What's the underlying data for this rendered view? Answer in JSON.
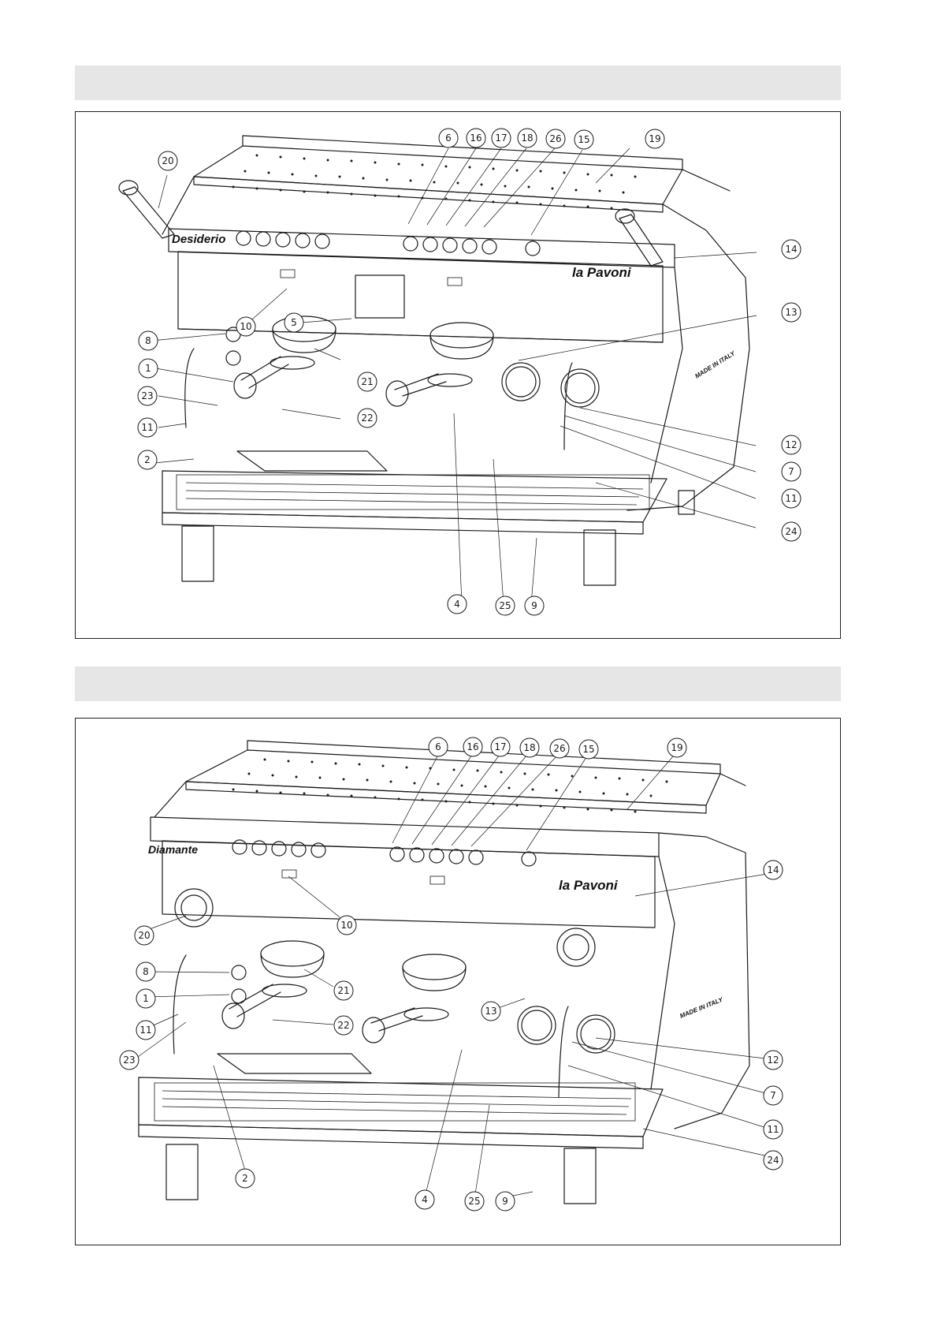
{
  "theme": {
    "line_color": "#1a1a1a",
    "header_bar_color": "#e6e6e6",
    "frame_border_color": "#222222"
  },
  "figure_top": {
    "brand_model": "Desiderio",
    "brand_logo": "la Pavoni",
    "side_mark": "MADE IN ITALY",
    "callouts": [
      "6",
      "16",
      "17",
      "18",
      "26",
      "15",
      "19",
      "20",
      "14",
      "13",
      "10",
      "5",
      "8",
      "1",
      "21",
      "23",
      "22",
      "11",
      "12",
      "2",
      "7",
      "11",
      "24",
      "4",
      "25",
      "9"
    ]
  },
  "figure_bottom": {
    "brand_model": "Diamante",
    "brand_logo": "la Pavoni",
    "side_mark": "MADE IN ITALY",
    "callouts": [
      "6",
      "16",
      "17",
      "18",
      "26",
      "15",
      "19",
      "14",
      "20",
      "10",
      "8",
      "21",
      "1",
      "13",
      "11",
      "22",
      "23",
      "12",
      "7",
      "11",
      "24",
      "2",
      "4",
      "25",
      "9"
    ]
  }
}
